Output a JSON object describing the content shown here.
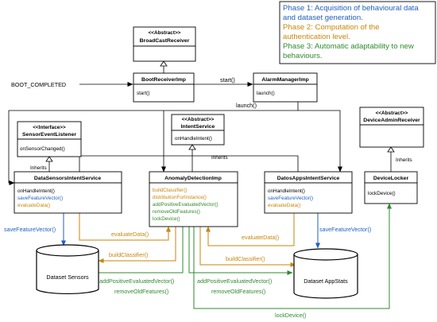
{
  "legend": {
    "phase1_line1": "Phase 1: Acquisition of behavioural data",
    "phase1_line2": "and dataset generation.",
    "phase2_line1": "Phase 2: Computation of the",
    "phase2_line2": "authentication level.",
    "phase3_line1": "Phase 3: Automatic adaptability to new",
    "phase3_line2": "behaviours."
  },
  "colors": {
    "phase1": "#1f5fbf",
    "phase2": "#c8860a",
    "phase3": "#2e8b2e",
    "line": "#000000"
  },
  "classes": {
    "broadcast_receiver": {
      "stereotype": "<<Abstract>>",
      "name": "BroadCastReceiver"
    },
    "boot_receiver": {
      "name": "BootReceiverImp",
      "methods": [
        "start()"
      ]
    },
    "alarm_manager": {
      "name": "AlarmManagerImp",
      "methods": [
        "launch()"
      ]
    },
    "sensor_event_listener": {
      "stereotype": "<<Interface>>",
      "name": "SensorEventListener",
      "methods": [
        "onSensorChanged()"
      ]
    },
    "intent_service": {
      "stereotype": "<<Abstract>>",
      "name": "IntentService",
      "methods": [
        "onHandleIntent()"
      ]
    },
    "device_admin_receiver": {
      "stereotype": "<<Abstract>>",
      "name": "DeviceAdminReceiver"
    },
    "data_sensors": {
      "name": "DataSensorsIntentService",
      "methods": [
        "onHandleIntent()",
        "saveFeatureVector()",
        "evaluateData()"
      ]
    },
    "anomaly_detection": {
      "name": "AnomalyDetectionImp",
      "methods": [
        "buildClassifier()",
        "distributionForInstance()",
        "addPositiveEvaluatedVector()",
        "removeOldFeatures()",
        "lockDevice()"
      ]
    },
    "datos_apps": {
      "name": "DatosAppsIntentService",
      "methods": [
        "onHandleIntent()",
        "saveFeatureVector()",
        "evaluateData()"
      ]
    },
    "device_locker": {
      "name": "DeviceLocker",
      "methods": [
        "lockDevice()"
      ]
    }
  },
  "datastores": {
    "sensors": "Dataset Sensors",
    "appstats": "Dataset AppStats"
  },
  "labels": {
    "boot_completed": "BOOT_COMPLETED",
    "start": "start()",
    "launch": "launch()",
    "inherits": "Inherits",
    "save_feature_vector": "saveFeatureVector()",
    "evaluate_data": "evaluateData()",
    "build_classifier": "buildClassifier()",
    "add_positive": "addPositiveEvaluatedVector()",
    "remove_old": "removeOldFeatures()",
    "lock_device": "lockDevice()"
  }
}
